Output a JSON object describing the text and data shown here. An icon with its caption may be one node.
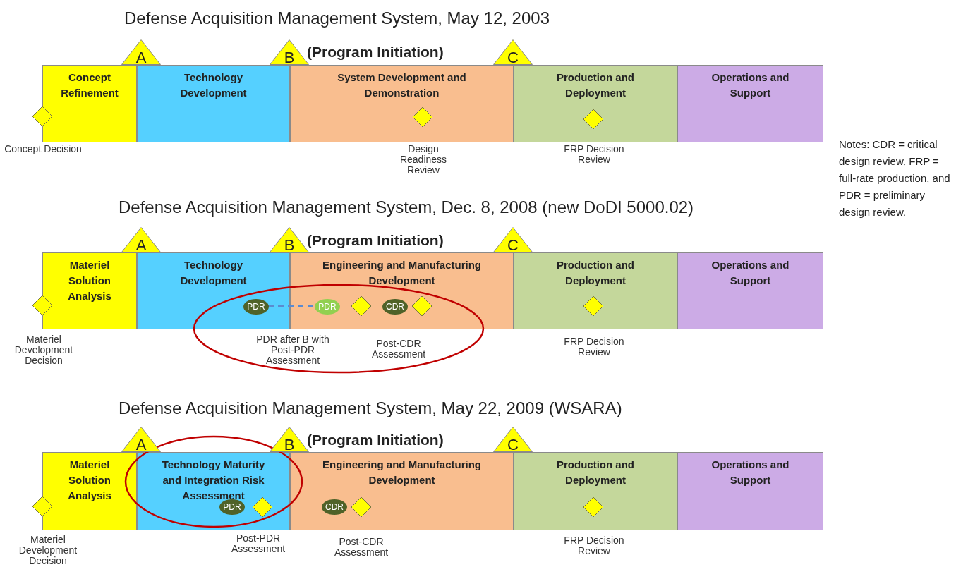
{
  "diagram": {
    "nodes": [
      {
        "text": [
          "Concept Refinement"
        ]
      },
      {
        "text": [
          "Technology Development"
        ]
      },
      {
        "text": [
          "System Development and Demonstration"
        ]
      },
      {
        "text": [
          "Production and Deployment"
        ]
      },
      {
        "text": [
          "Operations and Support"
        ]
      },
      {
        "text": [
          "A"
        ]
      },
      {
        "text": [
          "B"
        ]
      },
      {
        "text": [
          "C"
        ]
      },
      {
        "text": [],
        "shape": "diamond"
      },
      {
        "text": [],
        "shape": "diamond",
        "in": 2,
        "beside": [
          "Design Readiness Review"
        ]
      },
      {
        "text": [],
        "shape": "diamond",
        "in": 3,
        "beside": [
          "FRP Decision Review"
        ]
      },
      {
        "text": [
          "Materiel Solution Analysis"
        ]
      },
      {
        "text": [
          "Technology Development"
        ]
      },
      {
        "text": [
          "Engineering and Manufacturing Development"
        ]
      },
      {
        "text": [
          "Production and Deployment"
        ]
      },
      {
        "text": [
          "Operations and Support"
        ]
      },
      {
        "text": [
          "A"
        ]
      },
      {
        "text": [
          "B"
        ]
      },
      {
        "text": [
          "C"
        ]
      },
      {
        "text": [],
        "shape": "diamond"
      },
      {
        "text": [
          "PDR"
        ],
        "in": 12
      },
      {
        "text": [
          "PDR"
        ],
        "in": 13
      },
      {
        "text": [],
        "shape": "diamond",
        "in": 13,
        "beside": [
          "PDR after B with Post-PDR Assessment"
        ]
      },
      {
        "text": [
          "CDR"
        ],
        "in": 13
      },
      {
        "text": [],
        "shape": "diamond",
        "in": 13,
        "beside": [
          "Post-CDR Assessment"
        ]
      },
      {
        "text": [],
        "shape": "diamond",
        "in": 14,
        "beside": [
          "FRP Decision Review"
        ]
      },
      {
        "text": [
          "Materiel Solution Analysis"
        ]
      },
      {
        "text": [
          "Technology Maturity and Integration Risk Assessment"
        ]
      },
      {
        "text": [
          "Engineering and Manufacturing Development"
        ]
      },
      {
        "text": [
          "Production and Deployment"
        ]
      },
      {
        "text": [
          "Operations and Support"
        ]
      },
      {
        "text": [
          "A"
        ]
      },
      {
        "text": [
          "B"
        ]
      },
      {
        "text": [
          "C"
        ]
      },
      {
        "text": [],
        "shape": "diamond"
      },
      {
        "text": [
          "PDR"
        ],
        "in": 27
      },
      {
        "text": [],
        "shape": "diamond",
        "in": 27,
        "beside": [
          "Post-PDR Assessment"
        ]
      },
      {
        "text": [
          "CDR"
        ],
        "in": 28
      },
      {
        "text": [],
        "shape": "diamond",
        "in": 28,
        "beside": [
          "Post-CDR Assessment"
        ]
      },
      {
        "text": [],
        "shape": "diamond",
        "in": 29,
        "beside": [
          "FRP Decision Review"
        ]
      }
    ],
    "edges": [
      {
        "from": 20,
        "to": 21,
        "arrow": "none",
        "style": "dashed"
      }
    ],
    "labels": [
      "Defense Acquisition Management System, May 12, 2003",
      "(Program Initiation)",
      "Concept Decision",
      "Notes: CDR = critical design review, FRP = full-rate production, and PDR = preliminary design review.",
      "Defense Acquisition Management System, Dec. 8, 2008 (new DoDI 5000.02)",
      "(Program Initiation)",
      "Materiel Development Decision",
      "Defense Acquisition Management System, May 22, 2009 (WSARA)",
      "(Program Initiation)",
      "Materiel Development Decision"
    ]
  }
}
